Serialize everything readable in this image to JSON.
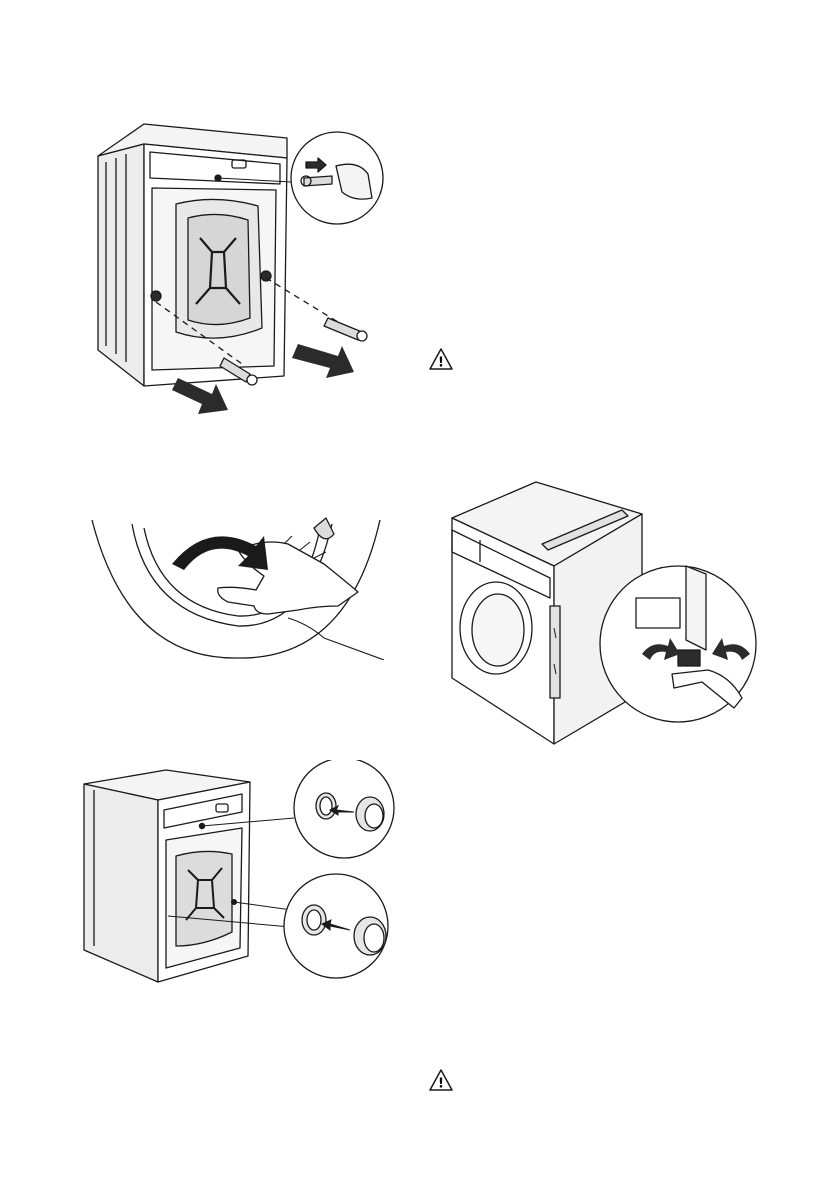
{
  "page": {
    "background": "#ffffff",
    "line_color": "#1a1a1a",
    "fill_light": "#e6e6e6",
    "fill_mid": "#cfcfcf",
    "fill_dark": "#2b2b2b"
  },
  "figures": {
    "remove_transit_bolts": {
      "icon": "washing-machine-rear-bolts"
    },
    "rotate_drum": {
      "icon": "hand-rotating-drum"
    },
    "level_appliance": {
      "icon": "spirit-level-and-wrench"
    },
    "insert_plastic_caps": {
      "icon": "plastic-caps-in-holes"
    }
  },
  "warnings": {
    "top": {
      "icon": "warning-triangle-icon",
      "glyph": "!"
    },
    "bottom": {
      "icon": "warning-triangle-icon",
      "glyph": "!"
    }
  }
}
